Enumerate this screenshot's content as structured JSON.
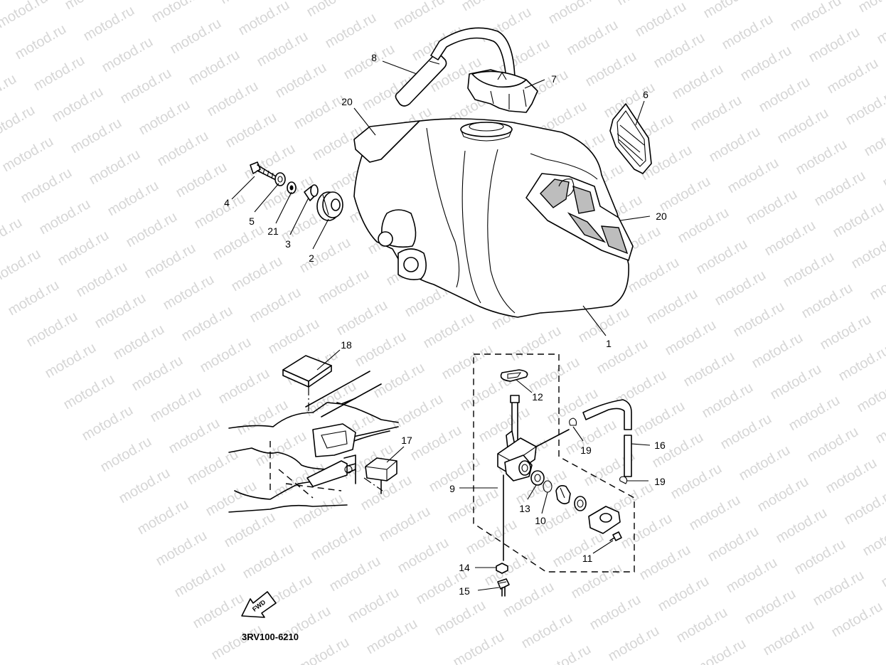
{
  "watermark": "motod.ru",
  "diagram_code": "3RV100-6210",
  "fwd_label": "FWD",
  "callouts": {
    "c1": "1",
    "c2": "2",
    "c3": "3",
    "c4": "4",
    "c5": "5",
    "c6": "6",
    "c7": "7",
    "c8": "8",
    "c9": "9",
    "c10": "10",
    "c11": "11",
    "c12": "12",
    "c13": "13",
    "c14": "14",
    "c15": "15",
    "c16": "16",
    "c17": "17",
    "c18": "18",
    "c19a": "19",
    "c19b": "19",
    "c20a": "20",
    "c20b": "20",
    "c21": "21"
  }
}
